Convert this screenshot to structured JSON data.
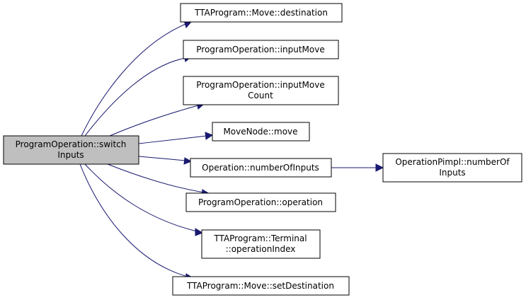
{
  "colors": {
    "edge": "#191970",
    "root_fill": "#bfbfbf",
    "node_fill": "#ffffff",
    "border": "#000000"
  },
  "nodes": {
    "root": [
      "ProgramOperation::switch",
      "Inputs"
    ],
    "destination": [
      "TTAProgram::Move::destination"
    ],
    "inputMove": [
      "ProgramOperation::inputMove"
    ],
    "inputMoveCount": [
      "ProgramOperation::inputMove",
      "Count"
    ],
    "moveNodeMove": [
      "MoveNode::move"
    ],
    "numberOfInputs": [
      "Operation::numberOfInputs"
    ],
    "operation": [
      "ProgramOperation::operation"
    ],
    "operationIndex": [
      "TTAProgram::Terminal",
      "::operationIndex"
    ],
    "setDestination": [
      "TTAProgram::Move::setDestination"
    ],
    "pimplNumberOfInputs": [
      "OperationPimpl::numberOf",
      "Inputs"
    ]
  }
}
